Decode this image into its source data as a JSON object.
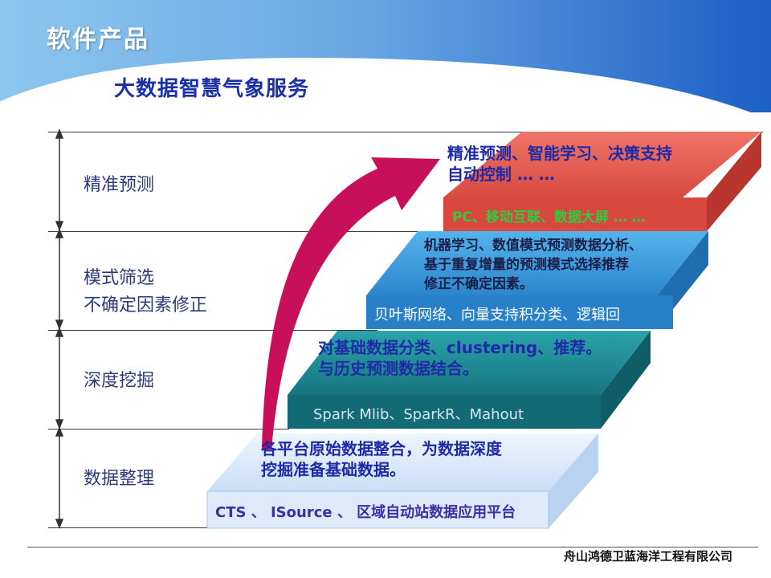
{
  "header": {
    "title": "软件产品",
    "subtitle": "大数据智慧气象服务"
  },
  "levels": [
    {
      "label": "精准预测",
      "description": "精准预测、智能学习、决策支持\n自动控制 … …",
      "tools": "PC、移动互联、数据大屏 … …"
    },
    {
      "label": "模式筛选\n不确定因素修正",
      "description": "机器学习、数值模式预测数据分析、\n基于重复增量的预测模式选择推荐\n修正不确定因素。",
      "tools": "贝叶斯网络、向量支持积分类、逻辑回"
    },
    {
      "label": "深度挖掘",
      "description": "对基础数据分类、clustering、推荐。\n与历史预测数据结合。",
      "tools": "Spark Mlib、SparkR、Mahout"
    },
    {
      "label": "数据整理",
      "description": "各平台原始数据整合，为数据深度\n挖掘准备基础数据。",
      "tools": "CTS 、 ISource 、 区域自动站数据应用平台"
    }
  ],
  "footer": {
    "company": "舟山鸿德卫蓝海洋工程有限公司"
  },
  "colors": {
    "header_blue": "#1f5fc8",
    "step_red": "#e35a50",
    "step_blue": "#3a9ad8",
    "step_teal": "#1e8c9a",
    "step_pale": "#d2e4f8",
    "arrow": "#c8105a"
  }
}
